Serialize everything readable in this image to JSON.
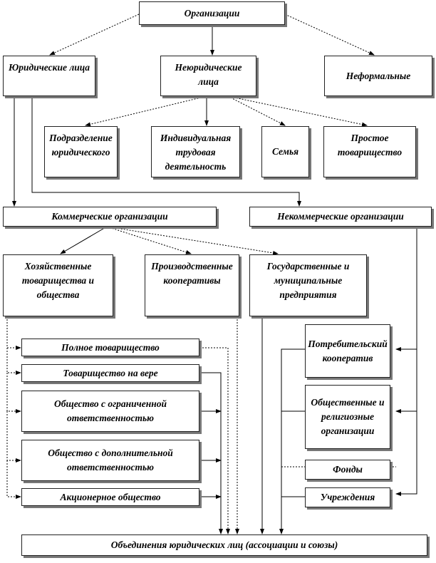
{
  "root": "Организации",
  "level1": {
    "legal": "Юридические лица",
    "nonlegal": "Неюридические лица",
    "informal": "Неформальные"
  },
  "nonlegal_children": [
    "Подразделение юридического",
    "Индивидуальная трудовая деятельность",
    "Семья",
    "Простое товарищество"
  ],
  "commercial": "Коммерческие организации",
  "noncommercial": "Некоммерческие организации",
  "commercial_children": [
    "Хозяйственные товарищества и общества",
    "Производственные кооперативы",
    "Государственные и муниципальные предприятия"
  ],
  "business_forms": [
    "Полное товарищество",
    "Товарищество на вере",
    "Общество с ограниченной ответственностью",
    "Общество с дополнительной ответственностью",
    "Акционерное общество"
  ],
  "noncommercial_forms": [
    "Потребительский кооператив",
    "Общественные и религиозные организации",
    "Фонды",
    "Учреждения"
  ],
  "bottom": "Объединения юридических лиц (ассоциации и союзы)"
}
